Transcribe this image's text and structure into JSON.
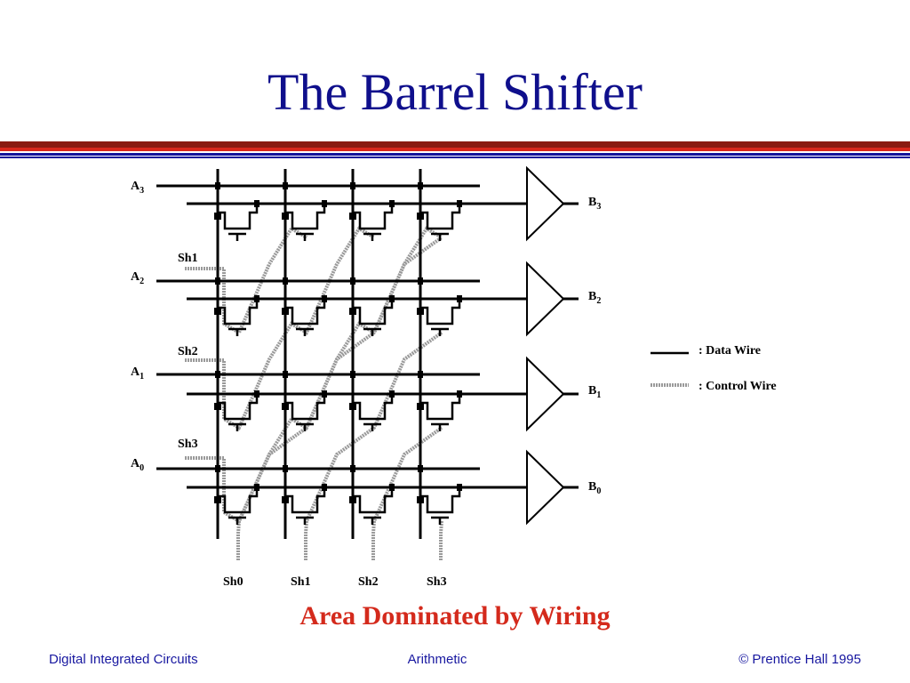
{
  "title": "The Barrel Shifter",
  "subtitle": "Area Dominated by Wiring",
  "footer": {
    "left": "Digital Integrated Circuits",
    "center": "Arithmetic",
    "right": "© Prentice Hall 1995"
  },
  "diagram": {
    "inputs": [
      {
        "base": "A",
        "sub": "3"
      },
      {
        "base": "A",
        "sub": "2"
      },
      {
        "base": "A",
        "sub": "1"
      },
      {
        "base": "A",
        "sub": "0"
      }
    ],
    "outputs": [
      {
        "base": "B",
        "sub": "3"
      },
      {
        "base": "B",
        "sub": "2"
      },
      {
        "base": "B",
        "sub": "1"
      },
      {
        "base": "B",
        "sub": "0"
      }
    ],
    "control_labels_left": [
      "Sh1",
      "Sh2",
      "Sh3"
    ],
    "control_labels_bottom": [
      "Sh0",
      "Sh1",
      "Sh2",
      "Sh3"
    ],
    "legend": {
      "data_wire": ": Data Wire",
      "control_wire": ": Control Wire"
    }
  },
  "colors": {
    "title": "#0f0f8c",
    "subtitle": "#d42a1c",
    "footer": "#1818a0",
    "control_wire": "#9a9a9a"
  }
}
